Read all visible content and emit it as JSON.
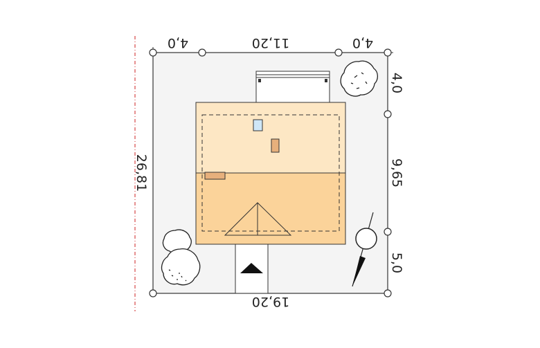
{
  "dimensions": {
    "top_left": "4,0",
    "top_middle": "11,20",
    "top_right": "4,0",
    "bottom": "19,20",
    "left": "26,81",
    "right_top": "4,0",
    "right_middle": "9,65",
    "right_bottom": "5,0"
  },
  "colors": {
    "plot": "#f4f4f4",
    "roof_light": "#fde7c4",
    "roof_dark": "#fbd39a",
    "dashed_boundary": "#cc2222",
    "skylight": "#cfe7f7",
    "chimney": "#e7b07c"
  },
  "icons": [
    "tree-icon",
    "north-arrow-icon",
    "entrance-arrow-icon"
  ]
}
